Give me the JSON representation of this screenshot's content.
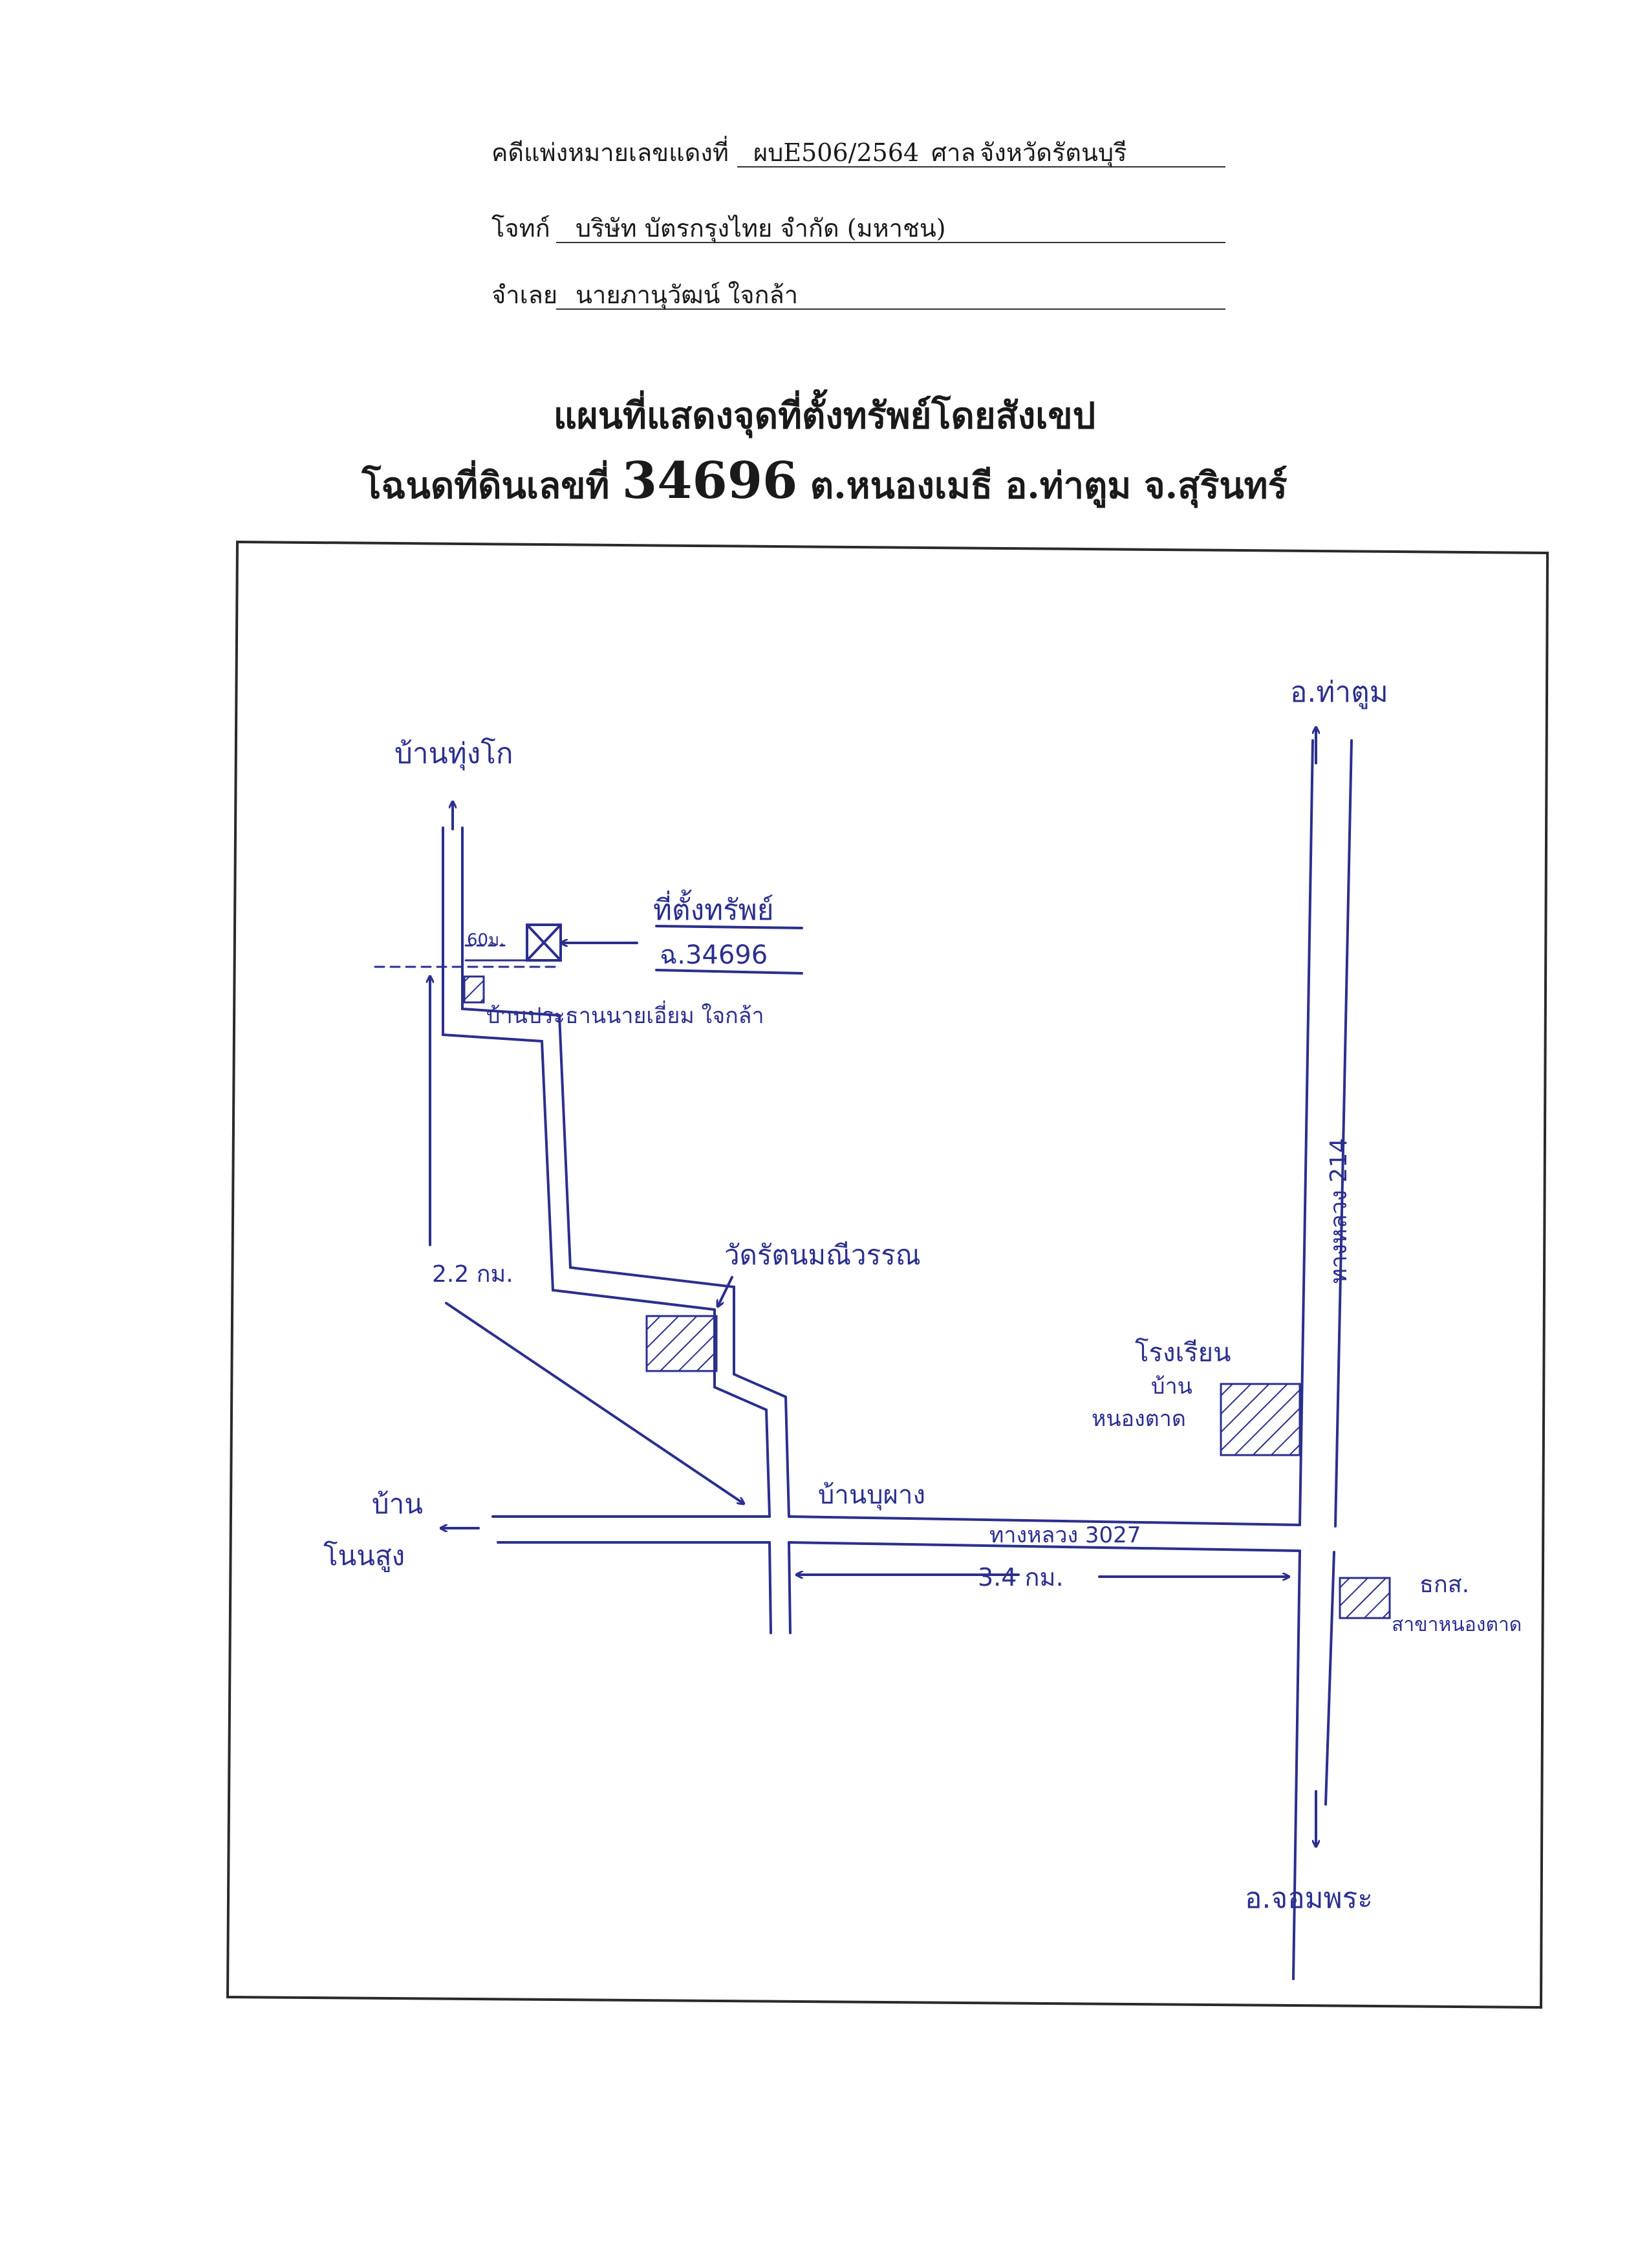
{
  "header": {
    "case_label": "คดีแพ่งหมายเลขแดงที่",
    "case_no": "ผบE506/2564",
    "court_label": "ศาล",
    "court": "จังหวัดรัตนบุรี",
    "plaintiff_label": "โจทก์",
    "plaintiff": "บริษัท บัตรกรุงไทย จำกัด (มหาชน)",
    "defendant_label": "จำเลย",
    "defendant": "นายภานุวัฒน์ ใจกล้า"
  },
  "title": {
    "line1": "แผนที่แสดงจุดที่ตั้งทรัพย์โดยสังเขป",
    "line2_prefix": "โฉนดที่ดินเลขที่",
    "deed_no": "34696",
    "line2_suffix": "ต.หนองเมธี อ.ท่าตูม จ.สุรินทร์"
  },
  "map": {
    "labels": {
      "tha_tum": "อ.ท่าตูม",
      "ban_thung_ko": "บ้านทุ่งโก",
      "property_title": "ที่ตั้งทรัพย์",
      "property_deed": "ฉ.34696",
      "distance_small": "60ม.",
      "headman_house": "บ้านประธานนายเอี่ยม ใจกล้า",
      "wat": "วัดรัตนมณีวรรณ",
      "dist_22": "2.2 กม.",
      "ban_non_sung_1": "บ้าน",
      "ban_non_sung_2": "โนนสูง",
      "ban_bu_phang": "บ้านบุผาง",
      "highway_3027": "ทางหลวง 3027",
      "dist_34": "3.4 กม.",
      "school_1": "โรงเรียน",
      "school_2": "บ้าน",
      "school_3": "หนองตาด",
      "baac_1": "ธกส.",
      "baac_2": "สาขาหนองตาด",
      "highway_214": "ทางหลวง 214",
      "chom_phra": "อ.จอมพระ"
    },
    "colors": {
      "ink": "#2b2f8e",
      "frame": "#2a2a2a"
    }
  }
}
